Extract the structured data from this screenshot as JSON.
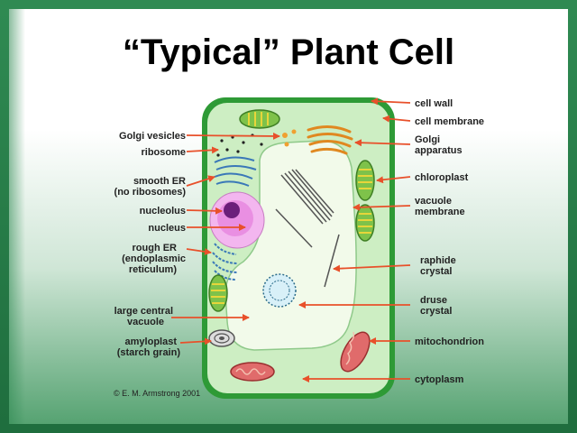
{
  "title": "“Typical” Plant Cell",
  "labels": {
    "cell_wall": "cell wall",
    "cell_membrane": "cell membrane",
    "golgi_vesicles": "Golgi vesicles",
    "ribosome": "ribosome",
    "golgi_apparatus_1": "Golgi",
    "golgi_apparatus_2": "apparatus",
    "smooth_er_1": "smooth ER",
    "smooth_er_2": "(no ribosomes)",
    "chloroplast": "chloroplast",
    "vacuole_membrane_1": "vacuole",
    "vacuole_membrane_2": "membrane",
    "nucleolus": "nucleolus",
    "nucleus": "nucleus",
    "rough_er_1": "rough ER",
    "rough_er_2": "(endoplasmic",
    "rough_er_3": "reticulum)",
    "raphide_1": "raphide",
    "raphide_2": "crystal",
    "druse_1": "druse",
    "druse_2": "crystal",
    "large_vacuole_1": "large central",
    "large_vacuole_2": "vacuole",
    "amyloplast_1": "amyloplast",
    "amyloplast_2": "(starch grain)",
    "mitochondrion": "mitochondrion",
    "cytoplasm": "cytoplasm"
  },
  "copyright": "© E. M. Armstrong 2001",
  "colors": {
    "cell_wall": "#2e9a36",
    "cytoplasm": "#cdeec3",
    "vacuole": "#f2faea",
    "arrow": "#e8502a",
    "nucleus": "#f3b6ef",
    "nucleolus": "#6b1f7a",
    "chloroplast": "#7ec24a",
    "mitochondrion": "#e06b6b",
    "er": "#3a78b8"
  }
}
